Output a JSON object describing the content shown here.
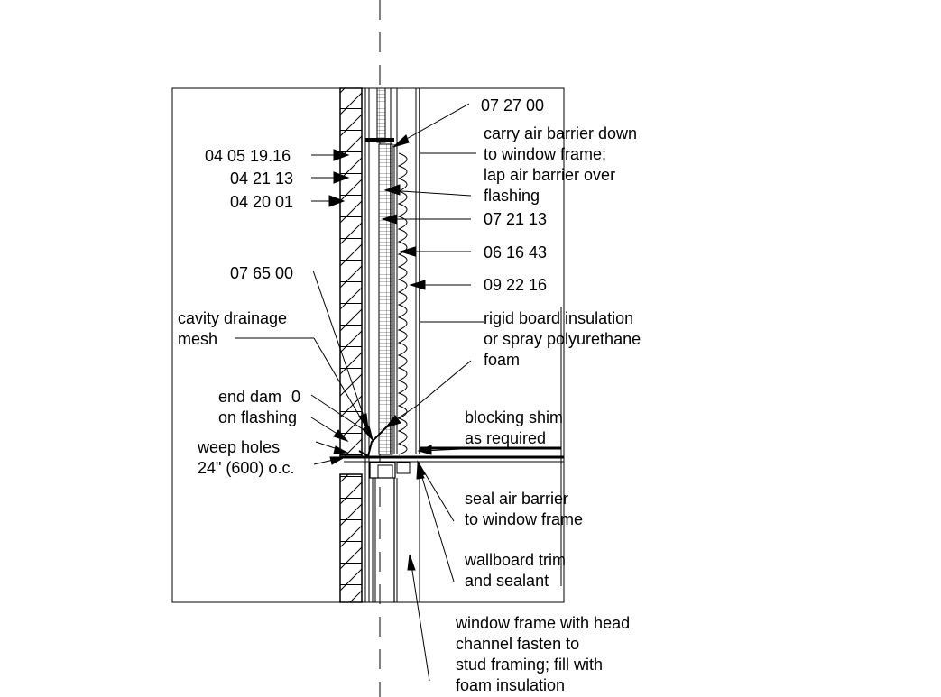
{
  "labels": {
    "l_072700": "07 27 00",
    "l_carry": [
      "carry air barrier down",
      "to window frame;",
      "lap air barrier over",
      "flashing"
    ],
    "l_072113": "07 21 13",
    "l_061643": "06 16 43",
    "l_092216": "09 22 16",
    "l_rigid": [
      "rigid board insulation",
      "or spray polyurethane",
      "foam"
    ],
    "l_blocking": [
      "blocking shim",
      "as required"
    ],
    "l_seal": [
      "seal air barrier",
      "to window frame"
    ],
    "l_wallboard": [
      "wallboard trim",
      "and sealant"
    ],
    "l_window": [
      "window frame with head",
      "channel fasten to",
      "stud framing; fill with",
      "foam insulation"
    ],
    "l_040519": "04 05 19.16",
    "l_042113": "04 21 13",
    "l_042001": "04 20 01",
    "l_076500": "07 65 00",
    "l_cavity": [
      "cavity drainage",
      "mesh"
    ],
    "l_enddam": [
      "end dam",
      "on flashing"
    ],
    "l_enddam_mark": "0",
    "l_weep": [
      "weep holes",
      "24\" (600) o.c."
    ]
  },
  "colors": {
    "line": "#000000",
    "background": "#ffffff"
  },
  "icons": {
    "insulation": "zigzag-batt-insulation-icon",
    "leader": "arrowhead-icon"
  }
}
